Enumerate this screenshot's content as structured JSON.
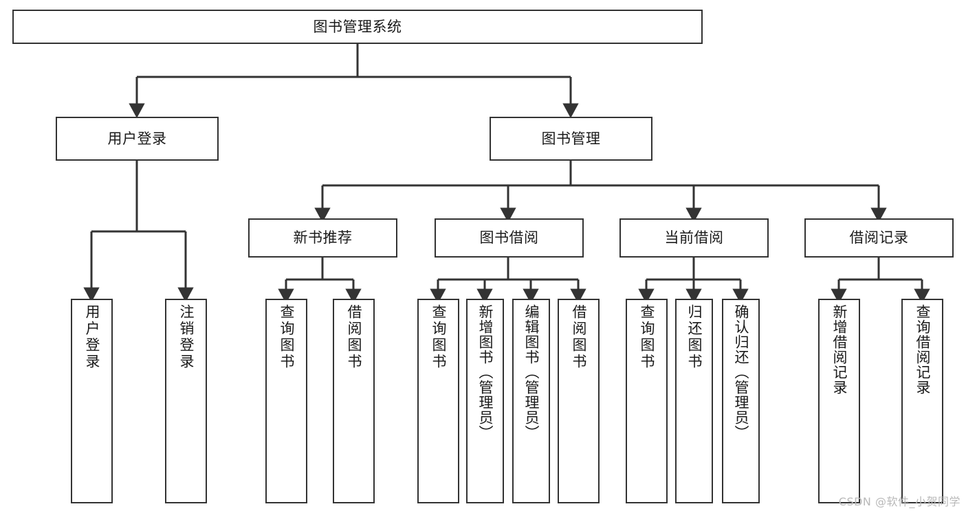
{
  "diagram": {
    "type": "tree-hierarchy",
    "title": "图书管理系统",
    "line_color": "#333333",
    "box_fill": "#ffffff",
    "text_color": "#1a1a1a",
    "root": {
      "id": "root",
      "label": "图书管理系统"
    },
    "level2": [
      {
        "id": "user-login",
        "label": "用户登录"
      },
      {
        "id": "book-manage",
        "label": "图书管理"
      }
    ],
    "level3": [
      {
        "id": "new-book-rec",
        "label": "新书推荐"
      },
      {
        "id": "book-borrow",
        "label": "图书借阅"
      },
      {
        "id": "current-borrow",
        "label": "当前借阅"
      },
      {
        "id": "borrow-record",
        "label": "借阅记录"
      }
    ],
    "leaves": [
      {
        "id": "leaf-user-login",
        "label": "用户登录",
        "parent": "user-login"
      },
      {
        "id": "leaf-logout",
        "label": "注销登录",
        "parent": "user-login"
      },
      {
        "id": "leaf-query-book-1",
        "label": "查询图书",
        "parent": "new-book-rec"
      },
      {
        "id": "leaf-borrow-book-1",
        "label": "借阅图书",
        "parent": "new-book-rec"
      },
      {
        "id": "leaf-query-book-2",
        "label": "查询图书",
        "parent": "book-borrow"
      },
      {
        "id": "leaf-add-book",
        "label": "新增图书（管理员）",
        "parent": "book-borrow"
      },
      {
        "id": "leaf-edit-book",
        "label": "编辑图书（管理员）",
        "parent": "book-borrow"
      },
      {
        "id": "leaf-borrow-book-2",
        "label": "借阅图书",
        "parent": "book-borrow"
      },
      {
        "id": "leaf-query-book-3",
        "label": "查询图书",
        "parent": "current-borrow"
      },
      {
        "id": "leaf-return-book",
        "label": "归还图书",
        "parent": "current-borrow"
      },
      {
        "id": "leaf-confirm-return",
        "label": "确认归还（管理员）",
        "parent": "current-borrow"
      },
      {
        "id": "leaf-add-record",
        "label": "新增借阅记录",
        "parent": "borrow-record"
      },
      {
        "id": "leaf-query-record",
        "label": "查询借阅记录",
        "parent": "borrow-record"
      }
    ]
  },
  "watermark": {
    "text": "CSDN @软件_小贺同学"
  }
}
